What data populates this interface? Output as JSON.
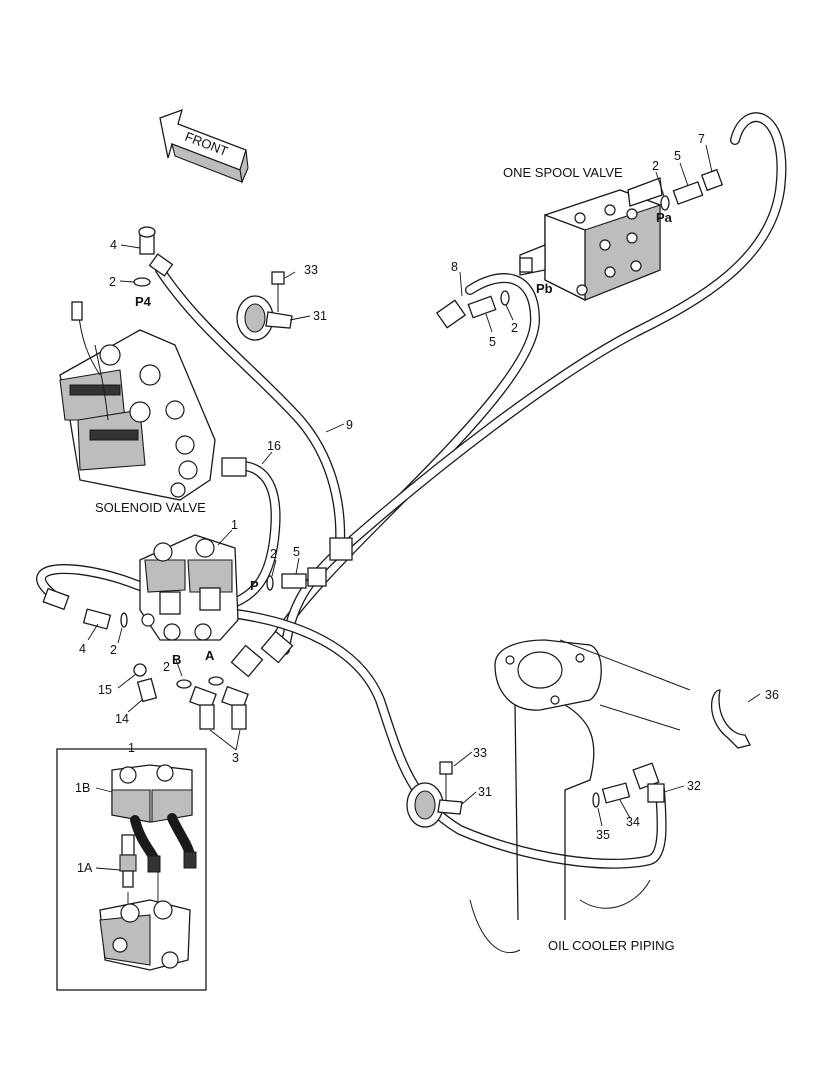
{
  "titles": {
    "front": "FRONT",
    "one_spool_valve": "ONE SPOOL VALVE",
    "solenoid_valve": "SOLENOID VALVE",
    "oil_cooler_piping": "OIL COOLER PIPING"
  },
  "port_labels": {
    "p4": "P4",
    "pa": "Pa",
    "pb": "Pb",
    "p": "P",
    "a": "A",
    "b": "B"
  },
  "callouts": {
    "c4_top": "4",
    "c2_top": "2",
    "c33_top": "33",
    "c31_top": "31",
    "c8": "8",
    "c5_mid": "5",
    "c2_mid": "2",
    "c2_pa": "2",
    "c5_pa": "5",
    "c7": "7",
    "c9": "9",
    "c16": "16",
    "c1": "1",
    "c2_p": "2",
    "c5_p": "5",
    "c4_left": "4",
    "c2_left": "2",
    "c2_b": "2",
    "c15": "15",
    "c14": "14",
    "c3": "3",
    "c36": "36",
    "c33_bot": "33",
    "c31_bot": "31",
    "c32": "32",
    "c35": "35",
    "c34": "34",
    "inset_1": "1",
    "c1b": "1B",
    "c1a": "1A"
  }
}
